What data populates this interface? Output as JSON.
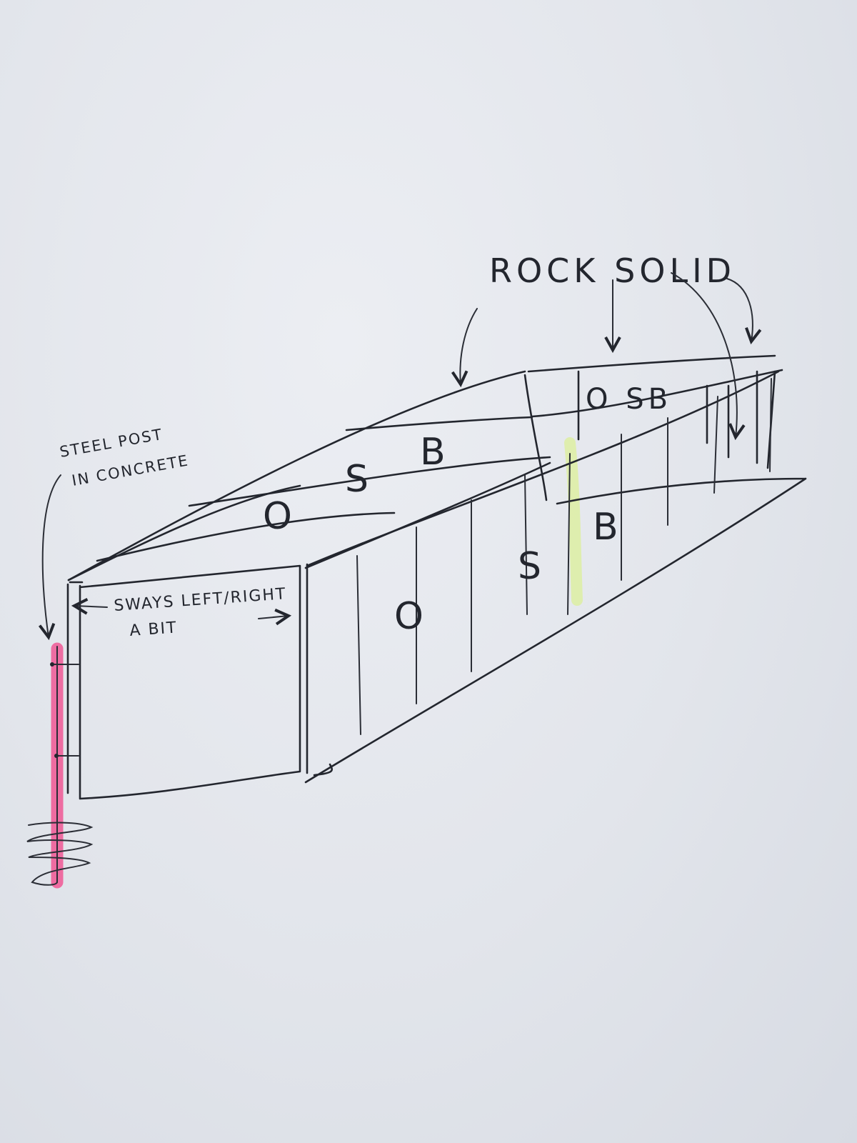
{
  "labels": {
    "rock_solid": "ROCK SOLID",
    "steel_post_line1": "STEEL POST",
    "steel_post_line2": "IN CONCRETE",
    "sways_line1": "SWAYS LEFT/RIGHT",
    "sways_line2": "A BIT"
  },
  "panel_letters": {
    "top_o": "O",
    "top_s": "S",
    "top_b": "B",
    "top_right": "O SB",
    "side_o": "O",
    "side_s": "S",
    "side_b": "B"
  },
  "colors": {
    "ink": "#23262e",
    "highlighter_pink": "#f0609a",
    "highlighter_yellow": "#d9f27a",
    "paper": "#e3e6ec"
  }
}
